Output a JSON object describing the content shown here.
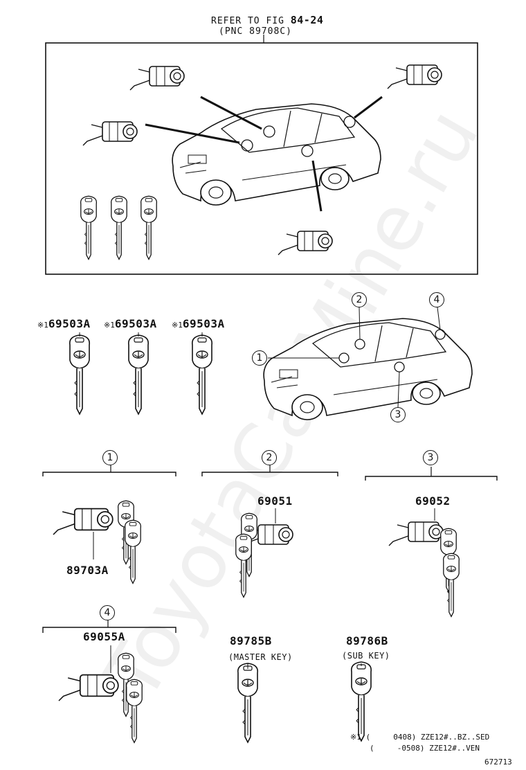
{
  "header": {
    "line1_prefix": "REFER TO FIG",
    "line1_number": "84-24",
    "line2": "(PNC 89708C)"
  },
  "keys_top": [
    {
      "mark": "※1",
      "part": "69503A"
    },
    {
      "mark": "※1",
      "part": "69503A"
    },
    {
      "mark": "※1",
      "part": "69503A"
    }
  ],
  "callouts": {
    "car": [
      "1",
      "2",
      "3",
      "4"
    ],
    "groups": [
      "1",
      "2",
      "3",
      "4"
    ]
  },
  "parts": {
    "ignition": "89703A",
    "front_door": "69051",
    "rear_door": "69052",
    "trunk": "69055A",
    "master_key": "89785B",
    "master_key_label": "(MASTER KEY)",
    "sub_key": "89786B",
    "sub_key_label": "(SUB KEY)"
  },
  "footnote": {
    "line1": "※1 (     0408) ZZE12#..BZ..SED",
    "line2": "(     -0508) ZZE12#..VEN"
  },
  "figure_id": "672713",
  "watermark": "ToyotaCarMine.ru"
}
